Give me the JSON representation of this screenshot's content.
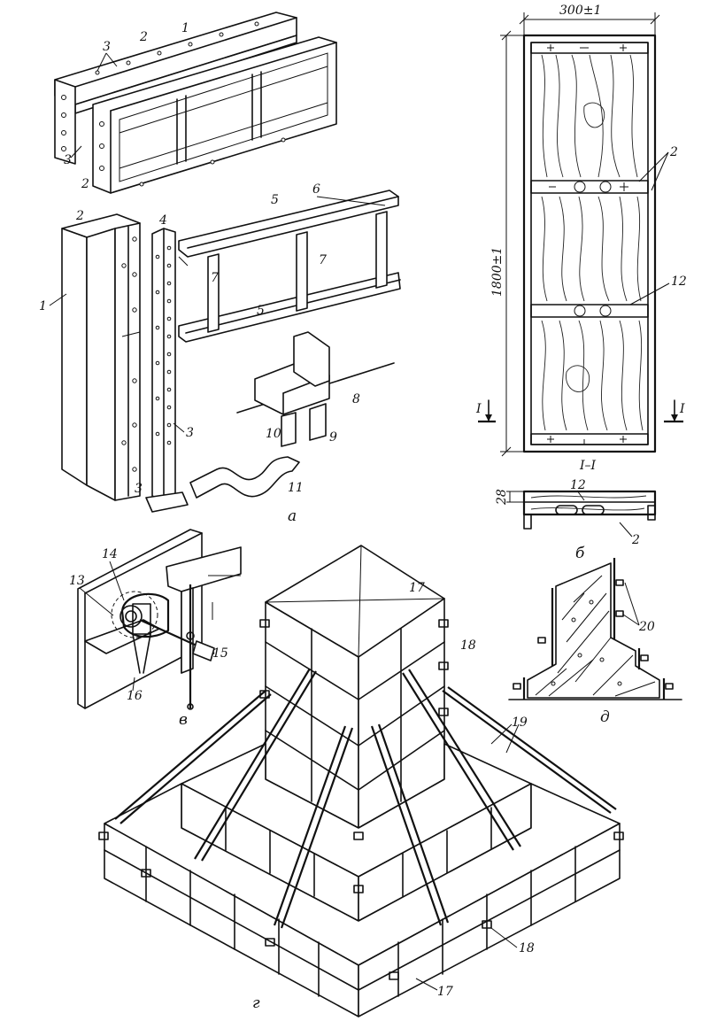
{
  "labels": {
    "l1": "1",
    "l2": "2",
    "l3": "3",
    "l4": "4",
    "l5": "5",
    "l6": "6",
    "l7": "7",
    "l8": "8",
    "l9": "9",
    "l10": "10",
    "l11": "11",
    "l12": "12",
    "l13": "13",
    "l14": "14",
    "l15": "15",
    "l16": "16",
    "l17": "17",
    "l18": "18",
    "l19": "19",
    "l20": "20"
  },
  "dimensions": {
    "width": "300±1",
    "height": "1800±1",
    "thickness": "28"
  },
  "section": {
    "mark": "I",
    "label": "I–I"
  },
  "captions": {
    "a": "а",
    "b": "б",
    "v": "в",
    "g": "г",
    "d": "д"
  }
}
